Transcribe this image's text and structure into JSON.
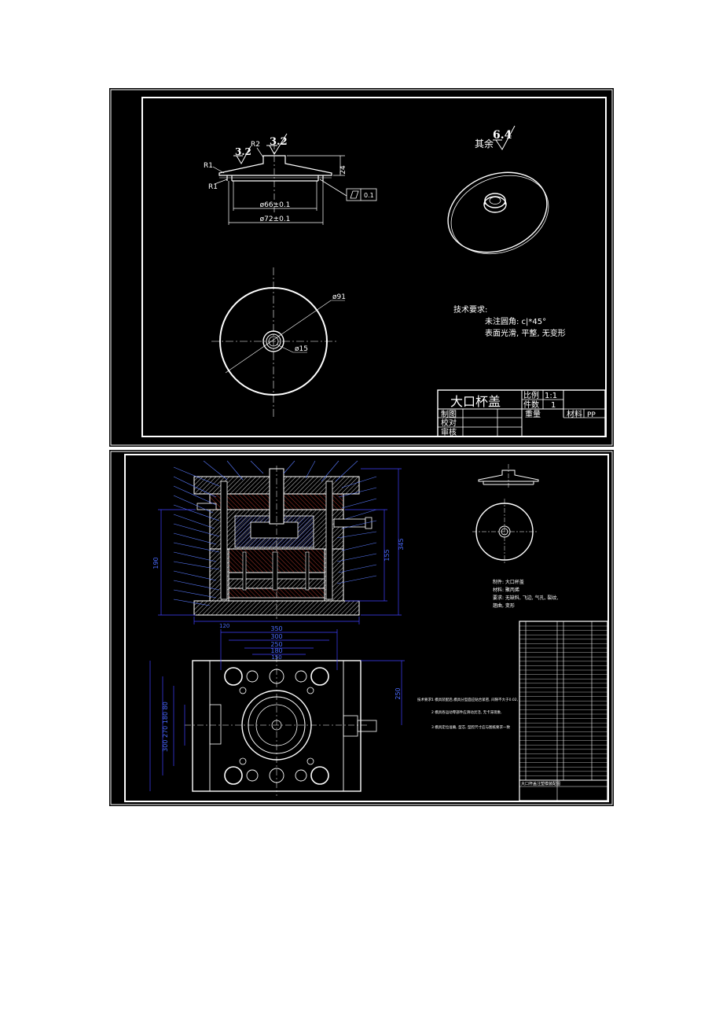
{
  "sheet1": {
    "roughness": {
      "other_label": "其余",
      "other_value": "6.4",
      "r1": "3.2",
      "r2": "3.2"
    },
    "section_labels": {
      "r1_top": "R1",
      "r1_bottom": "R1",
      "r2": "R2"
    },
    "dims": {
      "height": "24",
      "inner_dia": "ø66±0.1",
      "outer_dia": "ø72±0.1",
      "flatness_tol": "0.1",
      "plan_outer": "ø91",
      "plan_inner": "ø15"
    },
    "tech_req": {
      "title": "技术要求:",
      "line1": "未注圆角: c|*45°",
      "line2": "表面光滑, 平整, 无变形"
    },
    "title_block": {
      "part_name": "大口杯盖",
      "scale_label": "比例",
      "scale_value": "1:1",
      "qty_label": "件数",
      "qty_value": "1",
      "drawn_label": "制图",
      "weight_label": "重量",
      "material_label": "材料",
      "material_value": "PP",
      "check_label": "校对",
      "review_label": "审核"
    }
  },
  "sheet2": {
    "dims": {
      "height_total": "345",
      "height_inner": "190",
      "height_right": "155",
      "width_total": "350",
      "width_a": "300",
      "width_b": "250",
      "width_c": "180",
      "width_d": "150",
      "width_e": "120",
      "plan_depth": "250",
      "plan_left": "300 270 180 80"
    },
    "part_info": {
      "line1": "制件: 大口杯盖",
      "line2": "材料: 聚丙烯",
      "line3": "要求: 无缺料, 飞边, 气孔, 裂纹,",
      "line4": "翘曲, 变形"
    },
    "tech_notes": {
      "title": "技术要求:",
      "line1": "1 模具装配后,模具分型面应贴合紧密, 间隙不大于0.02,",
      "line2": "2 模具各运动零部件应滑动灵活, 无卡滞现象,",
      "line3": "3 模具定位准确, 型芯, 型腔尺寸应与图纸要求一致"
    },
    "bom_title": "大口杯盖注塑模装配图"
  },
  "colors": {
    "background": "#000000",
    "line": "#ffffff",
    "dimension": "#4040ff",
    "hatch_red": "#c0392b",
    "leader_blue": "#5a7bff",
    "centerline": "#ffffff"
  }
}
